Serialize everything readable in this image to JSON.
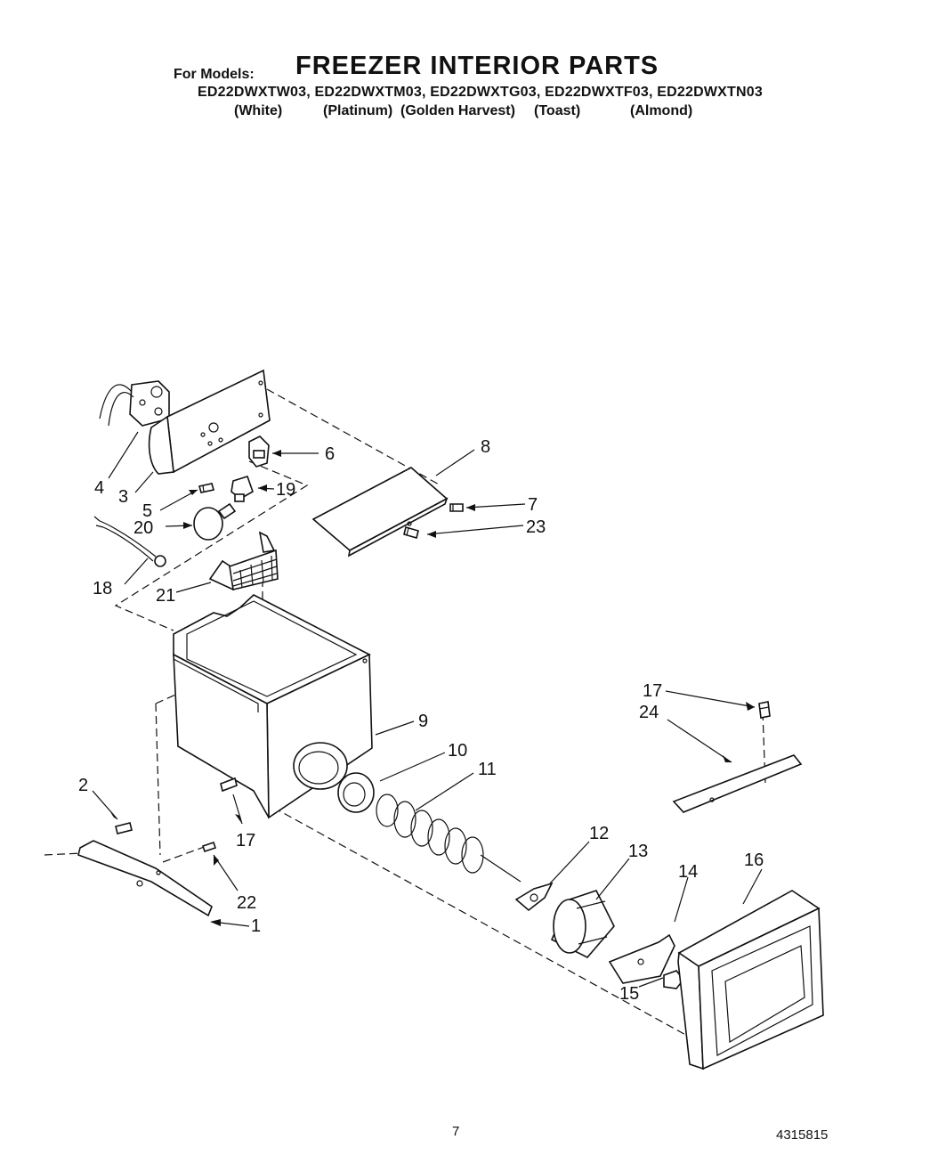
{
  "header": {
    "for_models_label": "For Models:",
    "title": "FREEZER INTERIOR PARTS",
    "models_line": "ED22DWXTW03, ED22DWXTM03, ED22DWXTG03, ED22DWXTF03, ED22DWXTN03",
    "colors": [
      "(White)",
      "(Platinum)",
      "(Golden Harvest)",
      "(Toast)",
      "(Almond)"
    ]
  },
  "callouts": {
    "c1": "1",
    "c2": "2",
    "c3": "3",
    "c4": "4",
    "c5": "5",
    "c6": "6",
    "c7": "7",
    "c8": "8",
    "c9": "9",
    "c10": "10",
    "c11": "11",
    "c12": "12",
    "c13": "13",
    "c14": "14",
    "c15": "15",
    "c16": "16",
    "c17a": "17",
    "c17b": "17",
    "c18": "18",
    "c19": "19",
    "c20": "20",
    "c21": "21",
    "c22": "22",
    "c23": "23",
    "c24": "24"
  },
  "footer": {
    "page_number": "7",
    "document_number": "4315815"
  }
}
